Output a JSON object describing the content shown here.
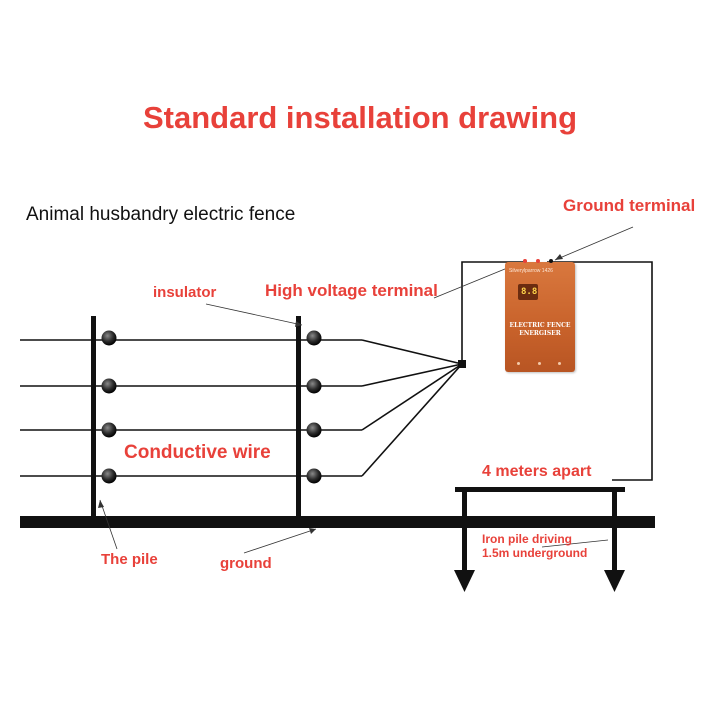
{
  "title": "Standard installation drawing",
  "subtitle": "Animal husbandry electric fence",
  "labels": {
    "ground_terminal": "Ground terminal",
    "insulator": "insulator",
    "high_voltage_terminal": "High voltage terminal",
    "conductive_wire": "Conductive wire",
    "four_meters_apart": "4 meters apart",
    "the_pile": "The pile",
    "ground": "ground",
    "iron_pile_line1": "Iron pile driving",
    "iron_pile_line2": "1.5m underground"
  },
  "energiser": {
    "brand": "Silverylparrow 1426",
    "display": "8.8",
    "line1": "ELECTRIC FENCE",
    "line2": "ENERGISER"
  },
  "colors": {
    "label_red": "#e8413a",
    "line_black": "#111111",
    "energiser_orange": "#c8622b"
  }
}
